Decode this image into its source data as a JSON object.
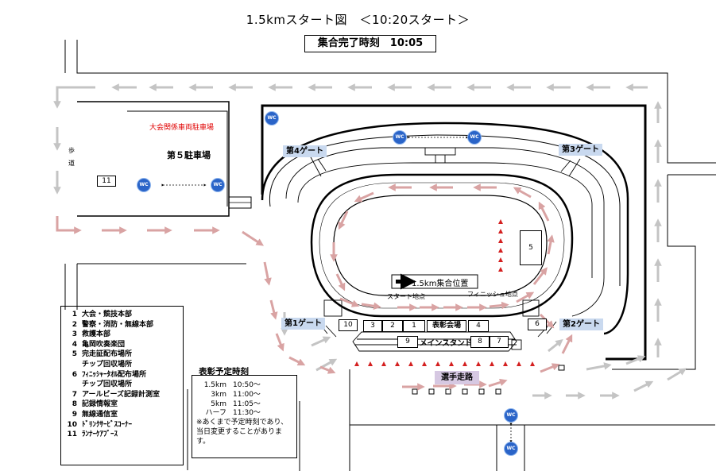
{
  "header": {
    "title": "1.5kmスタート図　＜10:20スタート＞",
    "assembly": "集合完了時刻　10:05"
  },
  "parking": {
    "vehicle_label": "大会関係車両駐車場",
    "lot_label": "第５駐車場",
    "walkway": [
      "歩",
      "道"
    ],
    "box_11": "11"
  },
  "gates": {
    "gate1": "第1ゲート",
    "gate2": "第2ゲート",
    "gate3": "第3ゲート",
    "gate4": "第4ゲート"
  },
  "track": {
    "assembly_position": "1.5km集合位置",
    "start_point": "スタート地点",
    "finish_point": "フィニッシュ地点",
    "ceremony": "表彰会場",
    "main_stand": "メインスタンド",
    "athlete_walkway": "選手走路"
  },
  "boxes": {
    "b1": "1",
    "b2": "2",
    "b3": "3",
    "b4": "4",
    "b5": "5",
    "b6": "6",
    "b7": "7",
    "b8": "8",
    "b9": "9",
    "b10": "10"
  },
  "wc_label": "WC",
  "legend": [
    {
      "num": "1",
      "text": "大会・競技本部"
    },
    {
      "num": "2",
      "text": "警察・消防・無線本部"
    },
    {
      "num": "3",
      "text": "救護本部"
    },
    {
      "num": "4",
      "text": "亀岡吹奏楽団"
    },
    {
      "num": "5",
      "text": "完走証配布場所"
    },
    {
      "num": "",
      "text": "チップ回収場所"
    },
    {
      "num": "6",
      "text": "ﾌｨﾆｯｼｬｰﾀｵﾙ配布場所"
    },
    {
      "num": "",
      "text": "チップ回収場所"
    },
    {
      "num": "7",
      "text": "アールビーズ記録計測室"
    },
    {
      "num": "8",
      "text": "記録情報室"
    },
    {
      "num": "9",
      "text": "無線通信室"
    },
    {
      "num": "10",
      "text": "ﾄﾞﾘﾝｸｻｰﾋﾞｽｺｰﾅｰ"
    },
    {
      "num": "11",
      "text": "ﾗﾝﾅｰｹｱﾌﾞｰｽ"
    }
  ],
  "schedule": {
    "title": "表彰予定時刻",
    "rows": [
      {
        "event": "1.5km",
        "time": "10:50～"
      },
      {
        "event": "3km",
        "time": "11:00～"
      },
      {
        "event": "5km",
        "time": "11:05～"
      },
      {
        "event": "ハーフ",
        "time": "11:30～"
      }
    ],
    "note": [
      "※あくまで予定時刻であり、",
      "当日変更することがありま",
      "す。"
    ]
  },
  "colors": {
    "arrow_grey": "#c4c4c4",
    "arrow_pink": "#d9a3a3",
    "cone_red": "#d42020",
    "wc_blue": "#2a64c8",
    "gate_fill": "#c9d9ef",
    "walkway_fill": "#d6c8e2",
    "parking_red": "#e00000"
  }
}
